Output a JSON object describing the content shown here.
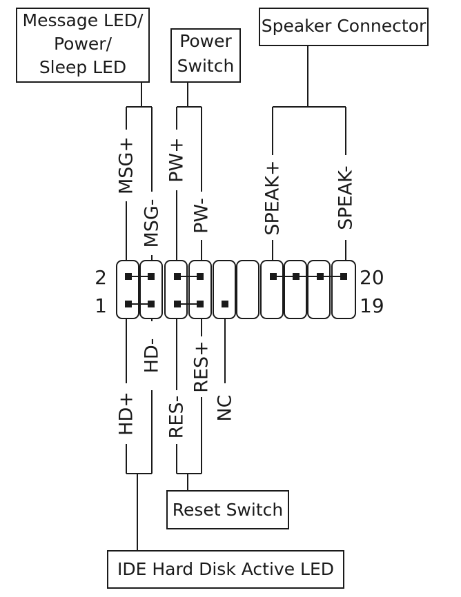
{
  "boxes": {
    "message_led": [
      "Message LED/",
      "Power/",
      "Sleep LED"
    ],
    "power_switch": [
      "Power",
      "Switch"
    ],
    "speaker": "Speaker Connector",
    "reset": "Reset Switch",
    "ide": "IDE Hard Disk Active LED"
  },
  "top_pins": {
    "msg_plus": "MSG+",
    "msg_minus": "MSG-",
    "pw_plus": "PW+",
    "pw_minus": "PW-",
    "speak_plus": "SPEAK+",
    "speak_minus": "SPEAK-"
  },
  "bottom_pins": {
    "hd_plus": "HD+",
    "hd_minus": "HD-",
    "res_minus": "RES-",
    "res_plus": "RES+",
    "nc": "NC"
  },
  "pin_numbers": {
    "top_left": "2",
    "bottom_left": "1",
    "top_right": "20",
    "bottom_right": "19"
  }
}
